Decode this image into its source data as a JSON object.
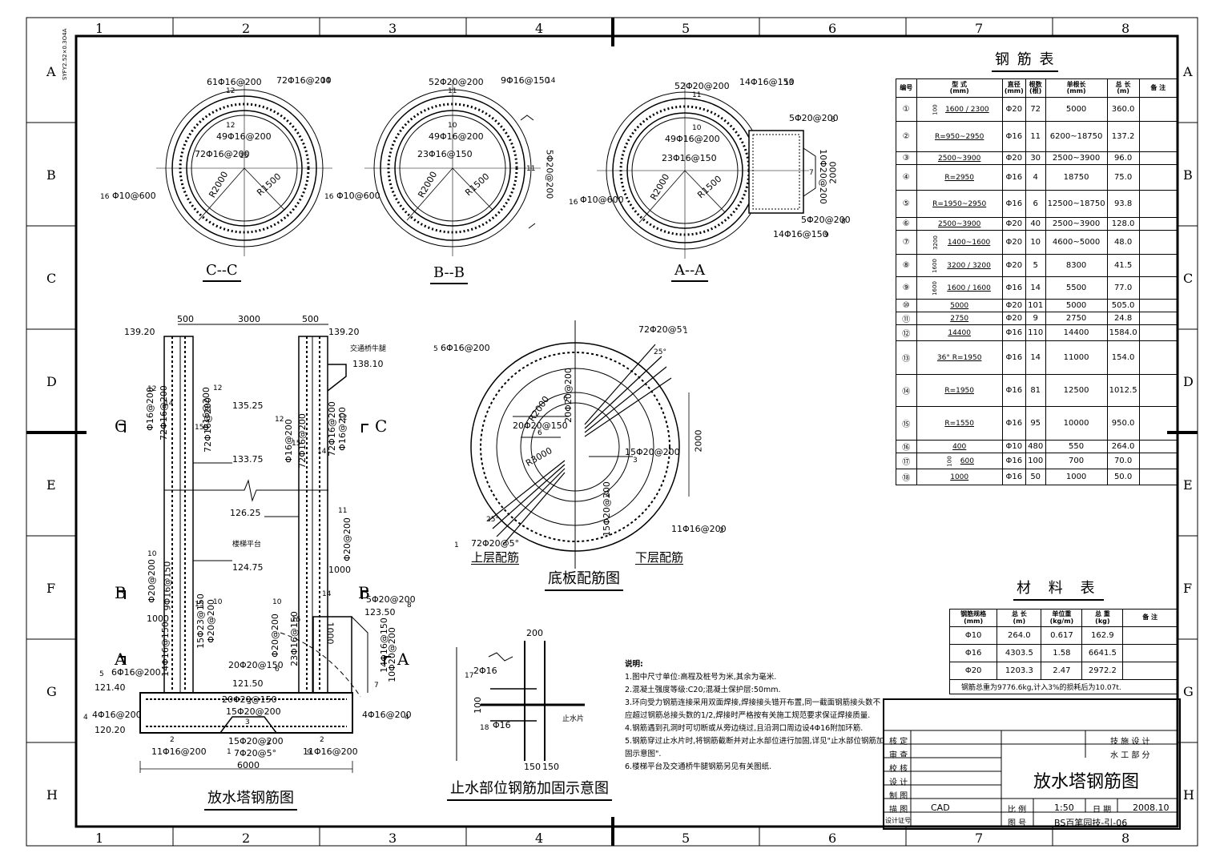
{
  "grid": {
    "columns": [
      "1",
      "2",
      "3",
      "4",
      "5",
      "6",
      "7",
      "8"
    ],
    "rows": [
      "A",
      "B",
      "C",
      "D",
      "E",
      "F",
      "G",
      "H"
    ]
  },
  "edge_note": "SYFY2.52×0.3O4A",
  "sections": {
    "cc": {
      "title": "C--C",
      "labels": [
        "61Φ16@200",
        "72Φ16@200",
        "49Φ16@200",
        "72Φ16@200",
        "R2000",
        "R1500",
        "Φ10@600"
      ],
      "markers": [
        "12",
        "14",
        "12",
        "15",
        "16"
      ]
    },
    "bb": {
      "title": "B--B",
      "labels": [
        "52Φ20@200",
        "9Φ16@150",
        "49Φ16@200",
        "23Φ16@150",
        "R2000",
        "R1500",
        "5Φ20@200",
        "Φ10@600"
      ],
      "markers": [
        "11",
        "14",
        "10",
        "11",
        "16"
      ]
    },
    "aa": {
      "title": "A--A",
      "labels": [
        "52Φ20@200",
        "14Φ16@150",
        "49Φ16@200",
        "23Φ16@150",
        "R2000",
        "R1500",
        "5Φ20@200",
        "10Φ20@200",
        "2000",
        "5Φ20@200",
        "14Φ16@150",
        "Φ10@600"
      ],
      "markers": [
        "11",
        "13",
        "10",
        "8",
        "7",
        "8",
        "9",
        "16"
      ]
    }
  },
  "elevation": {
    "title": "放水塔钢筋图",
    "dims": [
      "500",
      "3000",
      "500",
      "1000",
      "1000",
      "1000",
      "6000"
    ],
    "levels": [
      "139.20",
      "139.20",
      "138.10",
      "135.25",
      "133.75",
      "126.25",
      "124.75",
      "123.50",
      "121.50",
      "121.40",
      "120.20"
    ],
    "notes": [
      "交通桥牛腿",
      "楼梯平台"
    ],
    "cut_marks": [
      "C",
      "C",
      "B",
      "B",
      "A",
      "A"
    ],
    "bars": [
      "Φ16@200",
      "72Φ16@200",
      "Φ16@200",
      "72Φ16@200",
      "Φ16@200",
      "72Φ16@200",
      "Φ16@200",
      "72Φ16@200",
      "Φ20@200",
      "Φ20@200",
      "9Φ16@150",
      "15Φ23@150",
      "Φ20@200",
      "14Φ16@150",
      "Φ20@200",
      "23Φ16@150",
      "5Φ20@200",
      "6Φ16@200",
      "20Φ20@150",
      "20Φ20@150",
      "15Φ20@200",
      "4Φ16@200",
      "4Φ16@200",
      "11Φ16@200",
      "15Φ20@200",
      "7Φ20@5°",
      "11Φ16@200",
      "14Φ16@150",
      "10Φ20@200"
    ],
    "markers": [
      "12",
      "14",
      "12",
      "15",
      "12",
      "15",
      "14",
      "12",
      "11",
      "10",
      "15",
      "10",
      "10",
      "15",
      "8",
      "5",
      "6",
      "3",
      "3",
      "2",
      "1",
      "3",
      "2",
      "4",
      "4",
      "7",
      "9",
      "14"
    ]
  },
  "base_plan": {
    "title": "底板配筋图",
    "upper_label": "上层配筋",
    "lower_label": "下层配筋",
    "labels": [
      "6Φ16@200",
      "72Φ20@5°",
      "R2000",
      "20Φ20@150",
      "R3000",
      "2000",
      "15Φ20@200",
      "15Φ20@200",
      "72Φ20@5°",
      "11Φ16@200",
      "20Φ20@200",
      "25°",
      "25°"
    ],
    "markers": [
      "5",
      "1",
      "6",
      "6",
      "3",
      "3",
      "1",
      "2"
    ]
  },
  "waterstop": {
    "title": "止水部位钢筋加固示意图",
    "labels": [
      "200",
      "2Φ16",
      "100",
      "Φ16",
      "止水片",
      "150",
      "150"
    ],
    "markers": [
      "17",
      "18"
    ]
  },
  "rebar_table": {
    "title": "钢 筋 表",
    "headers": [
      "编号",
      "型 式\n(mm)",
      "直径\n(mm)",
      "根数\n(根)",
      "单根长\n(mm)",
      "总 长\n(m)",
      "备 注"
    ],
    "rows": [
      {
        "no": "①",
        "shape": "1600 / 2300",
        "dia": "Φ20",
        "count": "72",
        "len": "5000",
        "total": "360.0"
      },
      {
        "no": "②",
        "shape": "R=950~2950",
        "dia": "Φ16",
        "count": "11",
        "len": "6200~18750",
        "total": "137.2"
      },
      {
        "no": "③",
        "shape": "2500~3900",
        "dia": "Φ20",
        "count": "30",
        "len": "2500~3900",
        "total": "96.0"
      },
      {
        "no": "④",
        "shape": "R=2950",
        "dia": "Φ16",
        "count": "4",
        "len": "18750",
        "total": "75.0"
      },
      {
        "no": "⑤",
        "shape": "R=1950~2950",
        "dia": "Φ16",
        "count": "6",
        "len": "12500~18750",
        "total": "93.8"
      },
      {
        "no": "⑥",
        "shape": "2500~3900",
        "dia": "Φ20",
        "count": "40",
        "len": "2500~3900",
        "total": "128.0"
      },
      {
        "no": "⑦",
        "shape": "1400~1600",
        "dia": "Φ20",
        "count": "10",
        "len": "4600~5000",
        "total": "48.0"
      },
      {
        "no": "⑧",
        "shape": "3200 / 3200",
        "dia": "Φ20",
        "count": "5",
        "len": "8300",
        "total": "41.5"
      },
      {
        "no": "⑨",
        "shape": "1600 / 1600",
        "dia": "Φ16",
        "count": "14",
        "len": "5500",
        "total": "77.0"
      },
      {
        "no": "⑩",
        "shape": "5000",
        "dia": "Φ20",
        "count": "101",
        "len": "5000",
        "total": "505.0"
      },
      {
        "no": "⑪",
        "shape": "2750",
        "dia": "Φ20",
        "count": "9",
        "len": "2750",
        "total": "24.8"
      },
      {
        "no": "⑫",
        "shape": "14400",
        "dia": "Φ16",
        "count": "110",
        "len": "14400",
        "total": "1584.0"
      },
      {
        "no": "⑬",
        "shape": "36° R=1950",
        "dia": "Φ16",
        "count": "14",
        "len": "11000",
        "total": "154.0"
      },
      {
        "no": "⑭",
        "shape": "R=1950",
        "dia": "Φ16",
        "count": "81",
        "len": "12500",
        "total": "1012.5"
      },
      {
        "no": "⑮",
        "shape": "R=1550",
        "dia": "Φ16",
        "count": "95",
        "len": "10000",
        "total": "950.0"
      },
      {
        "no": "⑯",
        "shape": "400",
        "dia": "Φ10",
        "count": "480",
        "len": "550",
        "total": "264.0"
      },
      {
        "no": "⑰",
        "shape": "600",
        "dia": "Φ16",
        "count": "100",
        "len": "700",
        "total": "70.0"
      },
      {
        "no": "⑱",
        "shape": "1000",
        "dia": "Φ16",
        "count": "50",
        "len": "1000",
        "total": "50.0"
      }
    ],
    "shape_side_labels": {
      "1": "100",
      "7": "3200",
      "8": "1600",
      "9": "1600",
      "17": "100"
    }
  },
  "material_table": {
    "title": "材 料 表",
    "headers": [
      "钢筋规格\n(mm)",
      "总 长\n(m)",
      "单位重\n(kg/m)",
      "总 重\n(kg)",
      "备 注"
    ],
    "rows": [
      {
        "spec": "Φ10",
        "len": "264.0",
        "unit": "0.617",
        "weight": "162.9"
      },
      {
        "spec": "Φ16",
        "len": "4303.5",
        "unit": "1.58",
        "weight": "6641.5"
      },
      {
        "spec": "Φ20",
        "len": "1203.3",
        "unit": "2.47",
        "weight": "2972.2"
      }
    ],
    "summary": "钢筋总重为9776.6kg,计入3%的损耗后为10.07t."
  },
  "notes": {
    "heading": "说明:",
    "lines": [
      "1.图中尺寸单位:高程及桩号为米,其余为毫米.",
      "2.混凝土强度等级:C20;混凝土保护层:50mm.",
      "3.环向受力钢筋连接采用双面焊接,焊接接头错开布置,同一截面钢筋接头数不",
      "应超过钢筋总接头数的1/2,焊接时严格按有关施工规范要求保证焊接质量.",
      "4.钢筋遇到孔洞时可切断或从旁边绕过,且沿洞口周边设4Φ16附加环筋.",
      "5.钢筋穿过止水片时,将钢筋截断并对止水部位进行加固,详见\"止水部位钢筋加",
      "固示意图\".",
      "6.楼梯平台及交通桥牛腿钢筋另见有关图纸."
    ]
  },
  "title_block": {
    "roles": [
      "核 定",
      "审 查",
      "校 核",
      "设 计",
      "制 图",
      "描 图",
      "设计证号"
    ],
    "tracer": "CAD",
    "phase": "技 施 设 计",
    "dept": "水 工 部 分",
    "drawing_title": "放水塔钢筋图",
    "scale_label": "比 例",
    "scale": "1:50",
    "date_label": "日 期",
    "date": "2008.10",
    "number_label": "图 号",
    "number": "BS百笔园技-引-06"
  }
}
